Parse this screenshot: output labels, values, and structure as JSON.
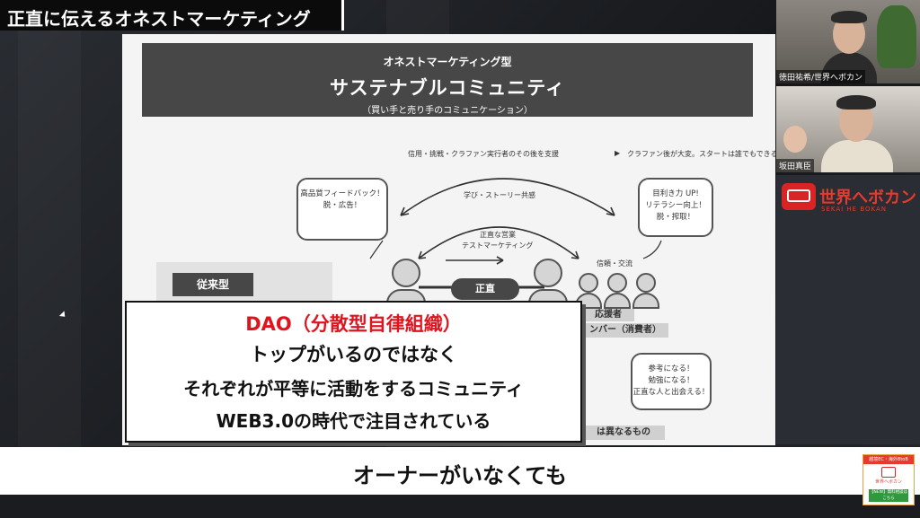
{
  "title": "正直に伝えるオネストマーケティング",
  "slide": {
    "header_small": "オネストマーケティング型",
    "header_big": "サステナブルコミュニティ",
    "header_sub": "（買い手と売り手のコミュニケーション）",
    "note_left": "信用・挑戦・クラファン実行者のその後を支援",
    "note_right": "クラファン後が大変。スタートは誰でもできる。",
    "bubble_left": [
      "高品質フィードバック！",
      "脱・広告！"
    ],
    "bubble_right": [
      "目利き力 UP!",
      "リテラシー向上！",
      "脱・搾取！"
    ],
    "bubble_bottom": [
      "参考になる！",
      "勉強になる！",
      "正直な人と出会える！"
    ],
    "arc_label_top": "学び・ストーリー共感",
    "arc_label_mid": "正直な営業",
    "arc_label_mid2": "テストマーケティング",
    "trust_label": "信頼・交流",
    "honest_label": "正直",
    "legacy_label": "従来型",
    "supporters_label": "応援者",
    "members_label": "ンバー（消費者）",
    "different_label": "は異なるもの"
  },
  "caption": {
    "line1": "DAO（分散型自律組織）",
    "line2": "トップがいるのではなく",
    "line3": "それぞれが平等に活動をするコミュニティ",
    "line4": "WEB3.0の時代で注目されている"
  },
  "subtitle": "オーナーがいなくても",
  "participants": [
    {
      "name": "徳田祐希/世界へボカン"
    },
    {
      "name": "坂田真臣"
    }
  ],
  "brand": {
    "name": "世界へボカン",
    "sub": "SEKAI HE BOKAN"
  },
  "promo": {
    "top": "越境EC・海外BtoB",
    "brand": "世界へボカン",
    "button": "【NEW】無料相談はこちら"
  },
  "colors": {
    "accent_red": "#e0141e",
    "slide_dark": "#474747",
    "promo_green": "#2f9a3b"
  }
}
